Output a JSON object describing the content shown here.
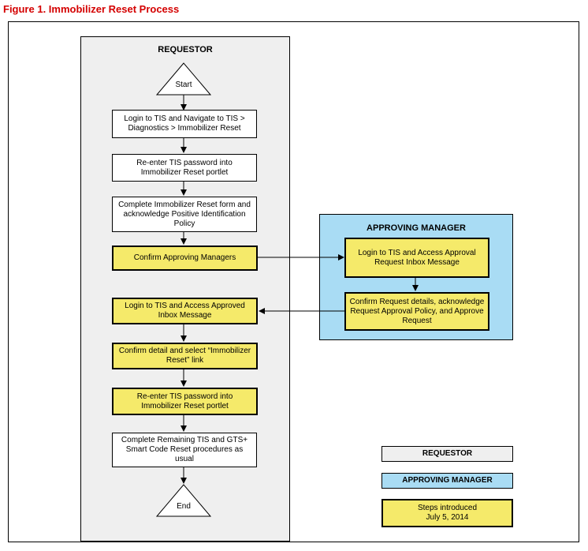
{
  "figure_title": "Figure 1. Immobilizer Reset Process",
  "lanes": {
    "requestor": "REQUESTOR",
    "approving_manager": "APPROVING MANAGER"
  },
  "start_label": "Start",
  "end_label": "End",
  "steps": {
    "login_navigate": "Login to TIS and Navigate to TIS > Diagnostics > Immobilizer Reset",
    "reenter_password_1": "Re-enter TIS password into Immobilizer Reset portlet",
    "complete_form": "Complete Immobilizer Reset form and acknowledge Positive Identification Policy",
    "confirm_managers": "Confirm Approving Managers",
    "login_approved_inbox": "Login to TIS and Access Approved Inbox Message",
    "confirm_detail_link": "Confirm detail and select “Immobilizer Reset” link",
    "reenter_password_2": "Re-enter TIS password into Immobilizer Reset portlet",
    "complete_remaining": "Complete Remaining TIS and GTS+ Smart Code Reset procedures as usual",
    "manager_login": "Login to TIS and Access Approval Request Inbox Message",
    "manager_confirm": "Confirm Request details, acknowledge Request  Approval Policy, and Approve Request"
  },
  "legend": {
    "requestor": "REQUESTOR",
    "approving_manager": "APPROVING MANAGER",
    "new_steps": "Steps introduced July 5, 2014"
  },
  "colors": {
    "title_red": "#d40000",
    "requestor_lane": "#efefef",
    "manager_lane": "#a9dcf4",
    "new_step_yellow": "#f5ea6a"
  }
}
